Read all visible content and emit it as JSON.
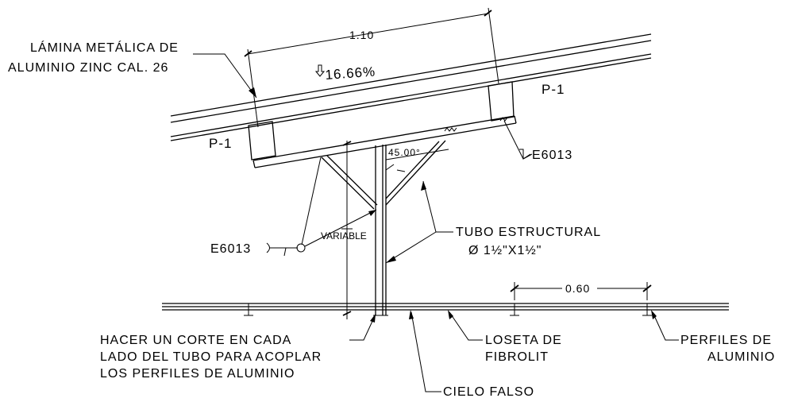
{
  "labels": {
    "lamina_line1": "LÁMINA METÁLICA DE",
    "lamina_line2": "ALUMINIO ZINC CAL. 26",
    "dim_top": "1.10",
    "slope": "16.66%",
    "p1_right": "P-1",
    "p1_left": "P-1",
    "weld_right": "E6013",
    "angle": "45.00°",
    "weld_left": "E6013",
    "variable": "VARIABLE",
    "tubo_line1": "TUBO ESTRUCTURAL",
    "tubo_line2": "Ø 1½\"X1½\"",
    "dim_bottom": "0.60",
    "hacer_line1": "HACER UN CORTE EN CADA",
    "hacer_line2": "LADO DEL TUBO PARA ACOPLAR",
    "hacer_line3": "LOS PERFILES DE ALUMINIO",
    "loseta_line1": "LOSETA DE",
    "loseta_line2": "FIBROLIT",
    "perfiles_line1": "PERFILES DE",
    "perfiles_line2": "ALUMINIO",
    "cielo": "CIELO FALSO"
  },
  "colors": {
    "line": "#000000",
    "background": "#ffffff"
  }
}
